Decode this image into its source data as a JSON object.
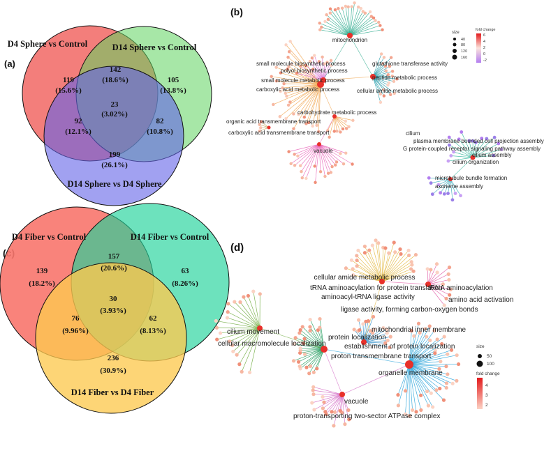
{
  "panels": {
    "a": {
      "label": "(a)",
      "sets": [
        {
          "title": "D4 Sphere vs Control",
          "color": "#f0625e"
        },
        {
          "title": "D14 Sphere vs Control",
          "color": "#5ed35e"
        },
        {
          "title": "D14 Sphere vs D4 Sphere",
          "color": "#6363e8"
        }
      ],
      "regions": [
        {
          "count": "119",
          "pct": "(15.6%)"
        },
        {
          "count": "142",
          "pct": "(18.6%)"
        },
        {
          "count": "105",
          "pct": "(13.8%)"
        },
        {
          "count": "23",
          "pct": "(3.02%)"
        },
        {
          "count": "92",
          "pct": "(12.1%)"
        },
        {
          "count": "82",
          "pct": "(10.8%)"
        },
        {
          "count": "199",
          "pct": "(26.1%)"
        }
      ]
    },
    "b": {
      "label": "(b)",
      "legend": {
        "size_title": "size",
        "sizes": [
          "40",
          "80",
          "120",
          "160"
        ],
        "fc_title": "fold change",
        "fc_ticks": [
          "6",
          "4",
          "2",
          "0",
          "-2"
        ]
      },
      "terms": [
        "mitochondrion",
        "small molecule biosynthetic process",
        "glutathione transferase activity",
        "polyol biosynthetic process",
        "peptide metabolic process",
        "small molecule metabolic process",
        "cellular amide metabolic process",
        "carboxylic acid metabolic process",
        "carbohydrate metabolic process",
        "organic acid transmembrane transport",
        "carboxylic acid transmembrane transport",
        "vacuole",
        "cilium",
        "plasma membrane bounded cell projection assembly",
        "G protein-coupled receptor signaling pathway assembly",
        "cilium assembly",
        "cilium organization",
        "microtubule bundle formation",
        "axoneme assembly"
      ]
    },
    "c": {
      "label": "(c)",
      "sets": [
        {
          "title": "D4 Fiber vs Control",
          "color": "#f8766d"
        },
        {
          "title": "D14 Fiber vs Control",
          "color": "#1fd29a"
        },
        {
          "title": "D14 Fiber vs D4 Fiber",
          "color": "#fcc94f"
        }
      ],
      "regions": [
        {
          "count": "139",
          "pct": "(18.2%)"
        },
        {
          "count": "157",
          "pct": "(20.6%)"
        },
        {
          "count": "63",
          "pct": "(8.26%)"
        },
        {
          "count": "30",
          "pct": "(3.93%)"
        },
        {
          "count": "76",
          "pct": "(9.96%)"
        },
        {
          "count": "62",
          "pct": "(8.13%)"
        },
        {
          "count": "236",
          "pct": "(30.9%)"
        }
      ]
    },
    "d": {
      "label": "(d)",
      "legend": {
        "size_title": "size",
        "sizes": [
          "50",
          "100"
        ],
        "fc_title": "fold change",
        "fc_ticks": [
          "4",
          "3",
          "2"
        ]
      },
      "terms": [
        "cellular amide metabolic process",
        "tRNA aminoacylation for protein translation",
        "tRNA aminoacylation",
        "aminoacyl-tRNA ligase activity",
        "amino acid activation",
        "ligase activity, forming carbon-oxygen bonds",
        "cilium movement",
        "cellular macromolecule localization",
        "mitochondrial inner membrane",
        "protein localization",
        "establishment of protein localization",
        "proton transmembrane transport",
        "organelle membrane",
        "vacuole",
        "proton-transporting two-sector ATPase complex"
      ]
    }
  }
}
